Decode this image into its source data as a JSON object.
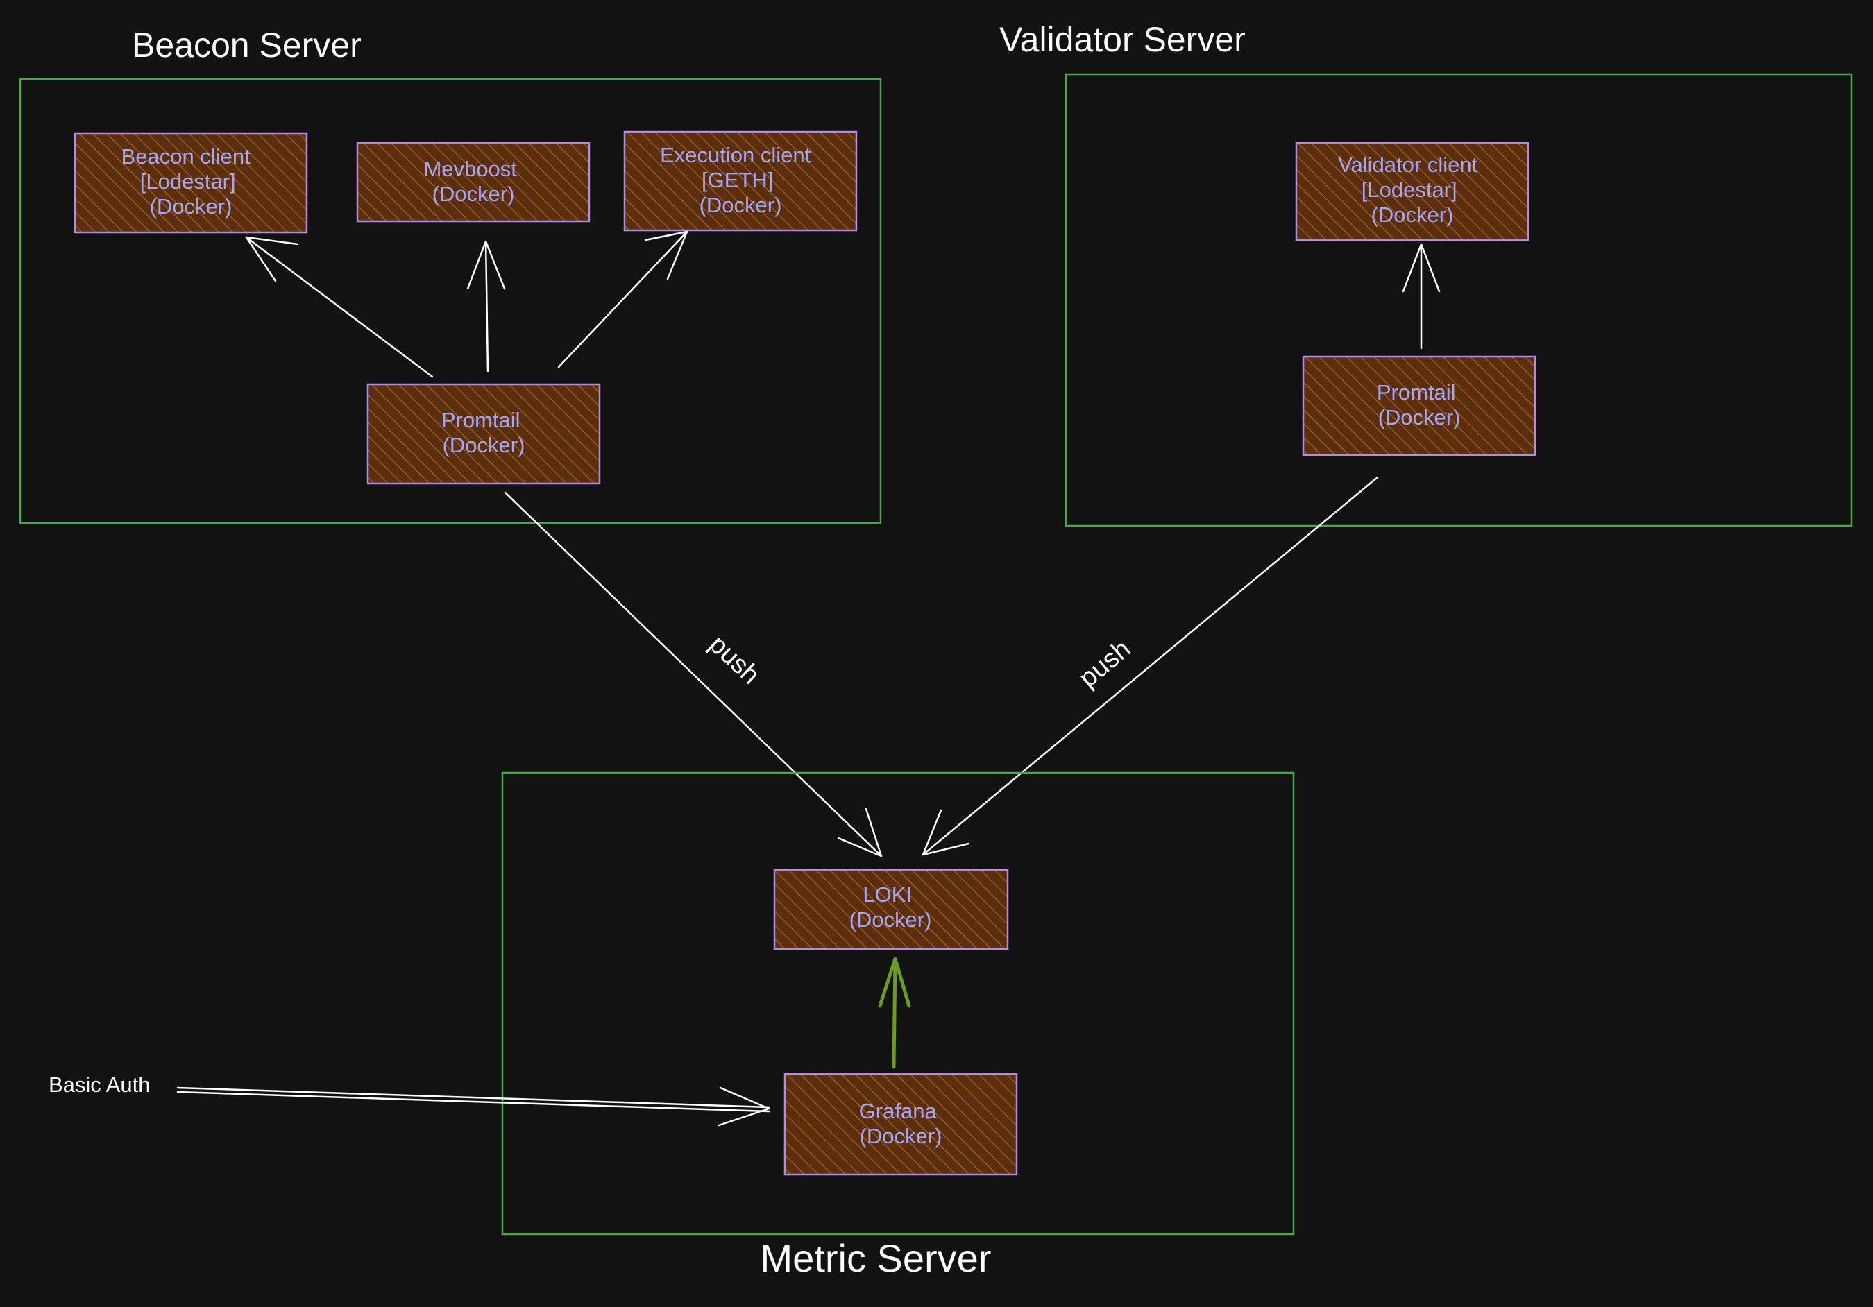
{
  "colors": {
    "background": "#121212",
    "group_border": "#4aa84a",
    "node_border": "#b18be8",
    "node_fill": "#5a2f0e",
    "node_hatch": "#c0621a",
    "node_text": "#a5a6f6",
    "edge": "#ffffff",
    "edge_highlight": "#6b9c1f"
  },
  "groups": {
    "beacon": {
      "title": "Beacon Server"
    },
    "validator": {
      "title": "Validator Server"
    },
    "metric": {
      "title": "Metric Server"
    }
  },
  "nodes": {
    "beacon_client": {
      "lines": [
        "Beacon client",
        "[Lodestar]",
        "(Docker)"
      ]
    },
    "mevboost": {
      "lines": [
        "Mevboost",
        "(Docker)"
      ]
    },
    "execution_client": {
      "lines": [
        "Execution client",
        "[GETH]",
        "(Docker)"
      ]
    },
    "promtail_beacon": {
      "lines": [
        "Promtail",
        "(Docker)"
      ]
    },
    "validator_client": {
      "lines": [
        "Validator client",
        "[Lodestar]",
        "(Docker)"
      ]
    },
    "promtail_validator": {
      "lines": [
        "Promtail",
        "(Docker)"
      ]
    },
    "loki": {
      "lines": [
        "LOKI",
        "(Docker)"
      ]
    },
    "grafana": {
      "lines": [
        "Grafana",
        "(Docker)"
      ]
    }
  },
  "edges": {
    "promtail_beacon_to_loki": {
      "label": "push"
    },
    "promtail_validator_to_loki": {
      "label": "push"
    }
  },
  "external": {
    "basic_auth": "Basic Auth"
  }
}
